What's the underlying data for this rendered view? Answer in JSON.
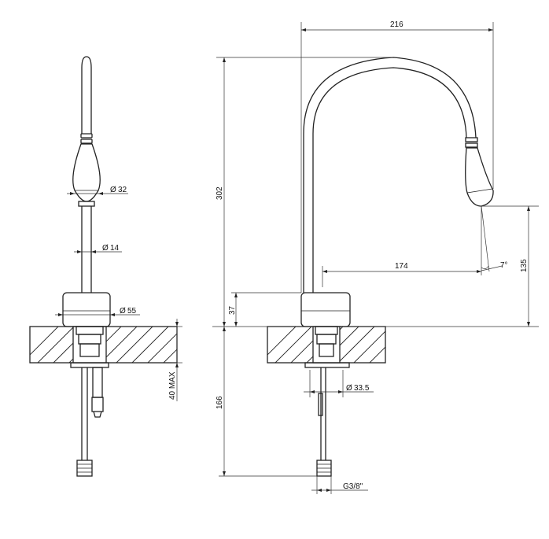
{
  "drawing": {
    "dimensions": {
      "reach": "216",
      "total_height": "302",
      "spout_offset": "174",
      "outlet_height": "135",
      "angle": "7°",
      "base_height": "37",
      "below_deck_length": "166",
      "deck_thickness": "40 MAX",
      "spout_head_diameter": "32",
      "spout_tube_diameter": "14",
      "base_diameter": "55",
      "shank_diameter": "33.5",
      "connection_thread": "G3/8\""
    },
    "diameter_symbol": "Ø"
  }
}
